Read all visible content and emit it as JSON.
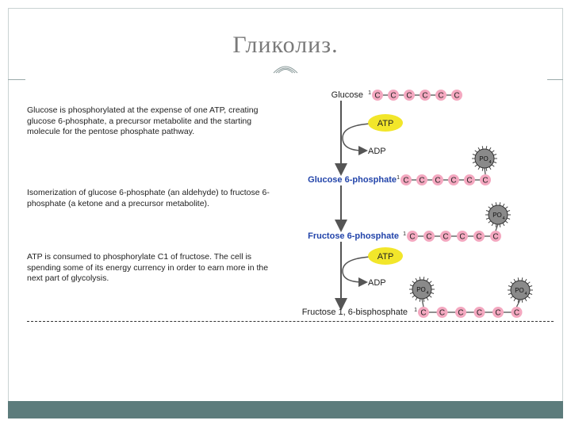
{
  "slide": {
    "title": "Гликолиз."
  },
  "descriptions": [
    "Glucose is phosphorylated at the expense of one ATP, creating glucose 6-phosphate, a precursor metabolite and the starting molecule for the pentose phosphate pathway.",
    "Isomerization of glucose 6-phosphate (an aldehyde) to fructose 6-phosphate (a ketone and a precursor metabolite).",
    "ATP is consumed to phosphorylate C1 of fructose. The cell is spending some of its energy currency in order to earn more in the next part of glycolysis."
  ],
  "molecules": {
    "glucose": "Glucose",
    "glucose6p": "Glucose 6-phosphate",
    "fructose6p": "Fructose 6-phosphate",
    "fructose16bp": "Fructose 1, 6-bisphosphate"
  },
  "chain": {
    "carbon": "C",
    "first_carbon_number": "1"
  },
  "reactions": {
    "atp": "ATP",
    "adp": "ADP"
  },
  "phosphate": {
    "label": "PO",
    "subscript": "4"
  },
  "colors": {
    "carbon_fill": "#f4a8c0",
    "atp_fill": "#f2e62a",
    "phosphate_fill": "#8a8a8a",
    "label_blue": "#2244aa",
    "band": "#5d7c7c"
  }
}
